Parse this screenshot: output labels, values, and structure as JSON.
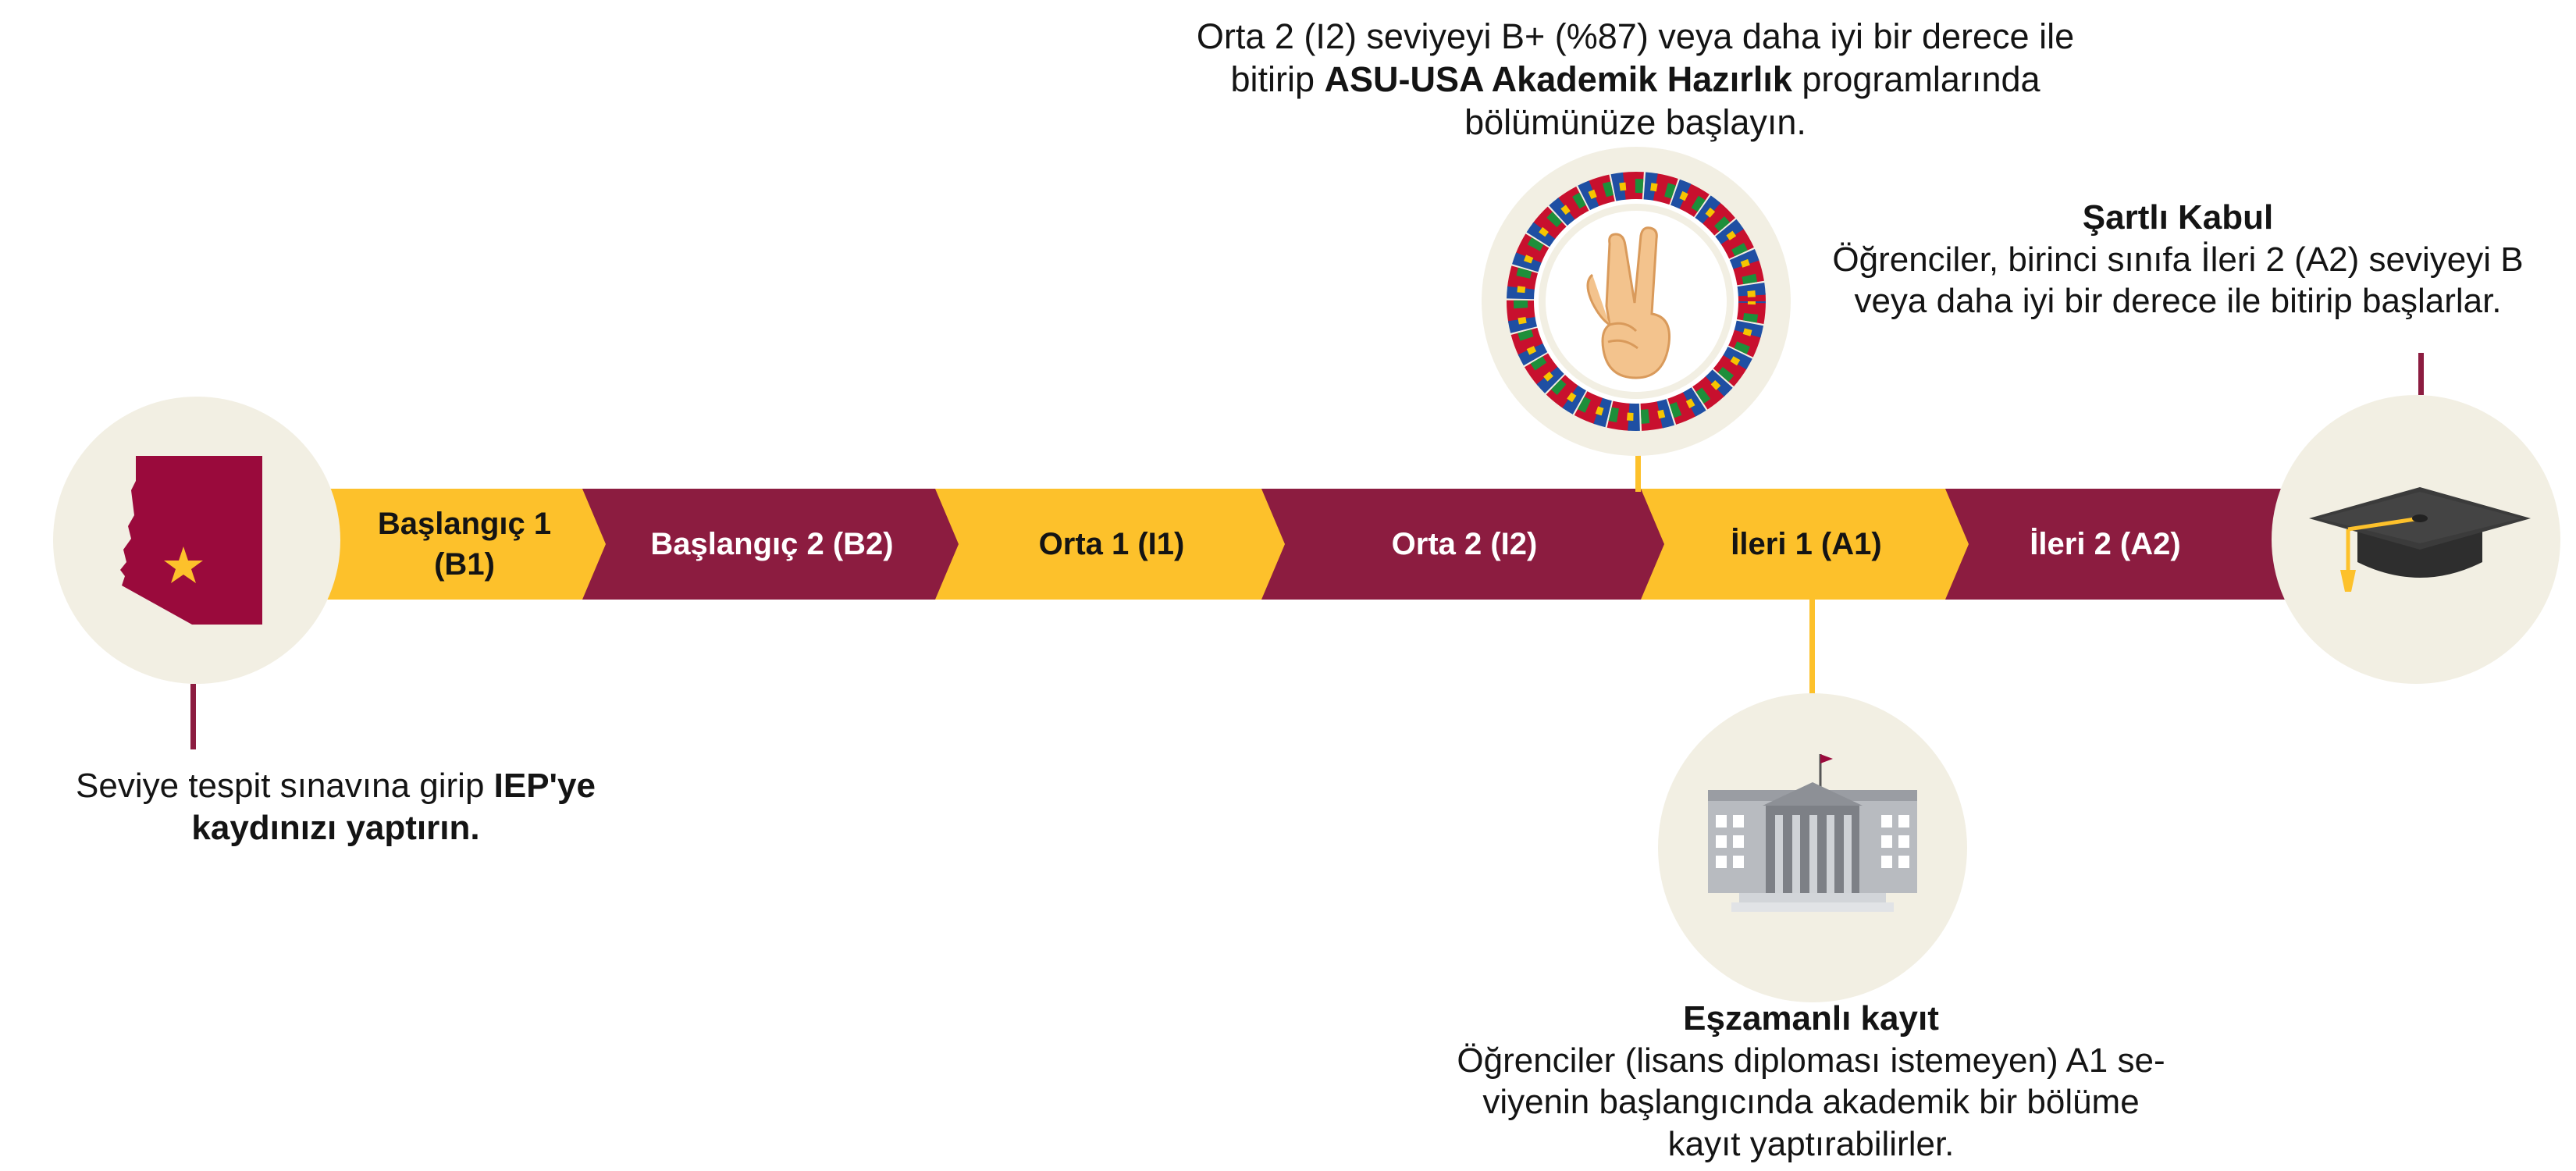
{
  "colors": {
    "gold": "#fdc12b",
    "maroon": "#8c1c40",
    "cream": "#f2efe3",
    "text": "#141414"
  },
  "segments": [
    {
      "label": "Başlangıç 1 (B1)",
      "color": "gold"
    },
    {
      "label": "Başlangıç 2 (B2)",
      "color": "maroon"
    },
    {
      "label": "Orta 1 (I1)",
      "color": "gold"
    },
    {
      "label": "Orta 2 (I2)",
      "color": "maroon"
    },
    {
      "label": "İleri 1 (A1)",
      "color": "gold"
    },
    {
      "label": "İleri 2 (A2)",
      "color": "maroon"
    }
  ],
  "icons": {
    "start": "arizona-map-icon",
    "accelerated": "peace-hand-flags-icon",
    "concurrent": "university-building-icon",
    "conditional": "graduation-cap-icon"
  },
  "start_note": {
    "line1_plain": "Seviye tespit sınavına girip ",
    "line1_bold": "IEP'ye",
    "line2_bold": "kaydınızı yaptırın."
  },
  "accelerated_note": {
    "line1": "Orta 2 (I2) seviyeyi B+ (%87) veya daha iyi bir derece ile",
    "line2_plain_a": "bitirip ",
    "line2_bold": "ASU-USA Akademik Hazırlık",
    "line2_plain_b": " programlarında",
    "line3": "bölümünüze başlayın."
  },
  "conditional_note": {
    "title": "Şartlı Kabul",
    "line1": "Öğrenciler, birinci sınıfa İleri 2 (A2) seviyeyi B",
    "line2": "veya daha iyi bir derece ile bitirip başlarlar."
  },
  "concurrent_note": {
    "title": "Eşzamanlı kayıt",
    "line1": "Öğrenciler (lisans diploması istemeyen) A1 se-",
    "line2": "viyenin başlangıcında  akademik bir bölüme",
    "line3": "kayıt yaptırabilirler."
  }
}
